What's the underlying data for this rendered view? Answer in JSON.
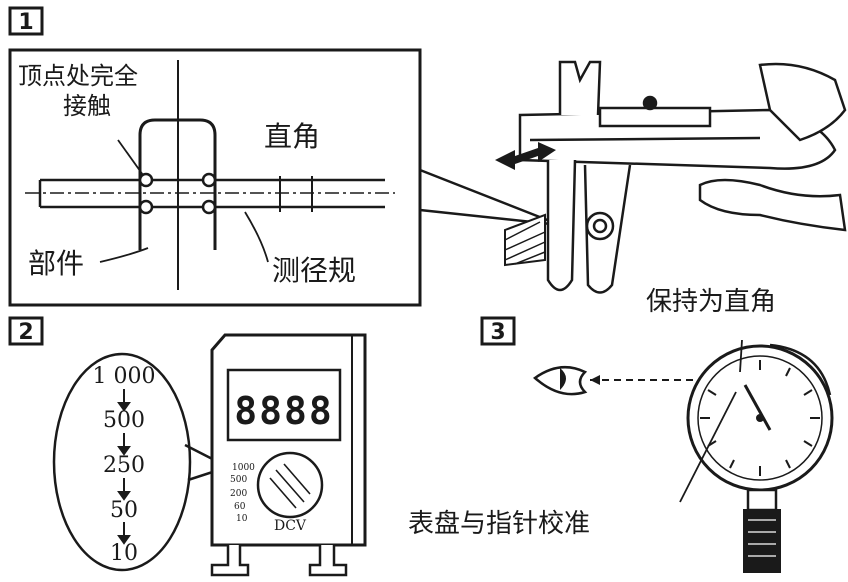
{
  "panel1": {
    "badge": "1",
    "label_contact_line1": "顶点处完全",
    "label_contact_line2": "接触",
    "label_right_angle": "直角",
    "label_part": "部件",
    "label_gauge": "测径规"
  },
  "panel2": {
    "badge": "2",
    "range_list": [
      "1 000",
      "500",
      "250",
      "50",
      "10"
    ],
    "display": "8888",
    "dial_ticks": [
      "1000",
      "500",
      "200",
      "60",
      "10"
    ],
    "mode_label": "DCV"
  },
  "panel3": {
    "badge": "3",
    "label_keep_right_angle": "保持为直角",
    "label_calibrate": "表盘与指针校准"
  }
}
